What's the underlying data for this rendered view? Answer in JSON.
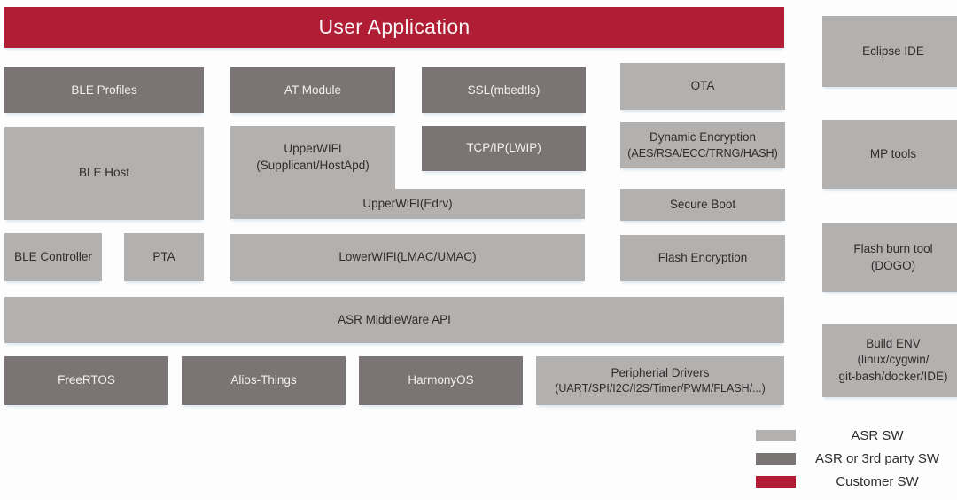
{
  "diagram": {
    "title": "User Application",
    "blocks": {
      "ble_profiles": {
        "label": "BLE Profiles"
      },
      "at_module": {
        "label": "AT Module"
      },
      "ssl": {
        "label": "SSL(mbedtls)"
      },
      "ota": {
        "label": "OTA"
      },
      "ble_host": {
        "label": "BLE Host"
      },
      "upper_wifi_supplicant": {
        "line1": "UpperWIFI",
        "line2": "(Supplicant/HostApd)"
      },
      "tcp_ip": {
        "label": "TCP/IP(LWIP)"
      },
      "dynamic_encryption": {
        "line1": "Dynamic Encryption",
        "line2": "(AES/RSA/ECC/TRNG/HASH)"
      },
      "upper_wifi_edrv": {
        "label": "UpperWiFI(Edrv)"
      },
      "secure_boot": {
        "label": "Secure Boot"
      },
      "ble_controller": {
        "label": "BLE Controller"
      },
      "pta": {
        "label": "PTA"
      },
      "lower_wifi": {
        "label": "LowerWIFI(LMAC/UMAC)"
      },
      "flash_encryption": {
        "label": "Flash Encryption"
      },
      "middleware_api": {
        "label": "ASR MiddleWare API"
      },
      "freertos": {
        "label": "FreeRTOS"
      },
      "alios_things": {
        "label": "Alios-Things"
      },
      "harmonyos": {
        "label": "HarmonyOS"
      },
      "peripherial_drivers": {
        "line1": "Peripherial Drivers",
        "line2": "(UART/SPI/I2C/I2S/Timer/PWM/FLASH/...)"
      }
    },
    "tools": {
      "eclipse_ide": {
        "label": "Eclipse IDE"
      },
      "mp_tools": {
        "label": "MP tools"
      },
      "flash_burn_tool": {
        "line1": "Flash burn tool",
        "line2": "(DOGO)"
      },
      "build_env": {
        "line1": "Build ENV",
        "line2": "(linux/cygwin/",
        "line3": "git-bash/docker/IDE)"
      }
    },
    "legend": {
      "items": [
        {
          "label": "ASR SW",
          "color": "#b3b0b0"
        },
        {
          "label": "ASR or 3rd party SW",
          "color": "#7a7474"
        },
        {
          "label": "Customer SW",
          "color": "#b01d35"
        }
      ]
    },
    "colors": {
      "asr_sw": "#b3b0b0",
      "third_party_sw": "#7a7474",
      "customer_sw": "#b01d35"
    }
  }
}
